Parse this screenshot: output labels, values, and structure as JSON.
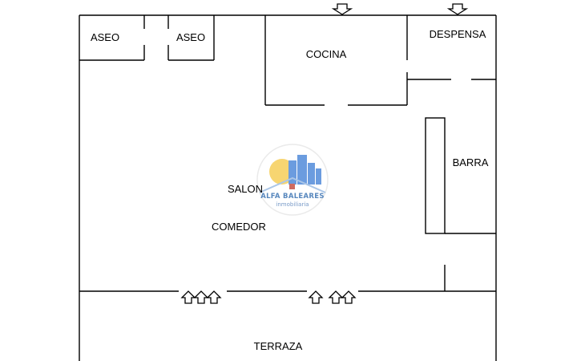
{
  "rooms": {
    "aseo_1": "ASEO",
    "aseo_2": "ASEO",
    "cocina": "COCINA",
    "despensa": "DESPENSA",
    "barra": "BARRA",
    "salon": "SALON",
    "comedor": "COMEDOR",
    "terraza": "TERRAZA"
  },
  "watermark": {
    "brand": "ALFA BALEARES",
    "sub": "inmobiliaria",
    "colors": {
      "sun": "#f5c842",
      "buildings": "#3a7bd5",
      "house": "#c0392b",
      "text": "#1f5fa8"
    }
  },
  "colors": {
    "walls": "#000000",
    "background": "#ffffff"
  }
}
